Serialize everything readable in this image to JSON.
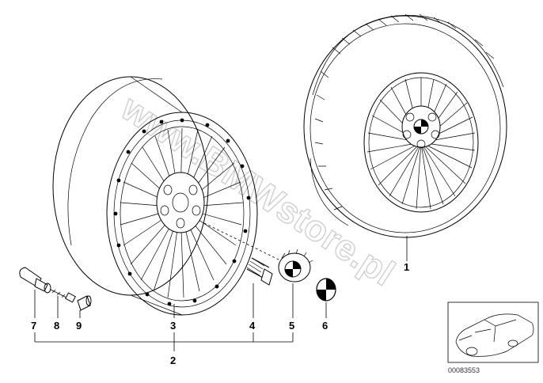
{
  "watermark": "www.BMWstore.pl",
  "part_number": "00083553",
  "callouts": {
    "c1": "1",
    "c2": "2",
    "c3": "3",
    "c4": "4",
    "c5": "5",
    "c6": "6",
    "c7": "7",
    "c8": "8",
    "c9": "9"
  }
}
